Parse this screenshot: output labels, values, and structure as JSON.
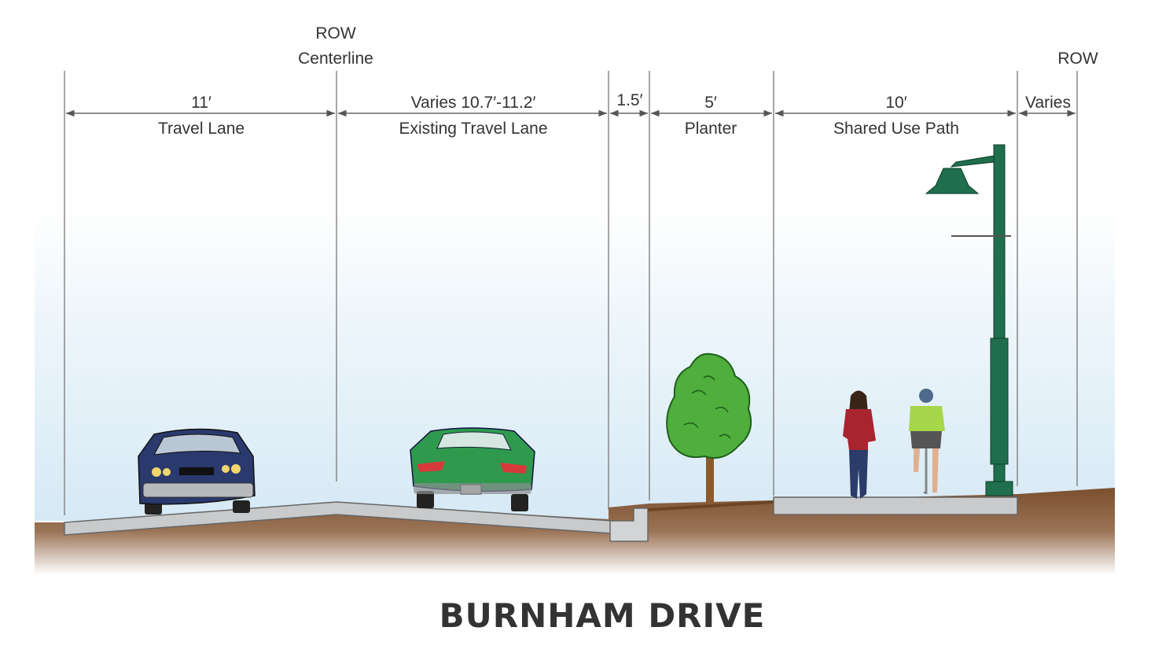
{
  "title": "BURNHAM DRIVE",
  "row_centerline": {
    "line1": "ROW",
    "line2": "Centerline"
  },
  "row_right": "ROW",
  "segments": [
    {
      "dimension": "11′",
      "label": "Travel Lane"
    },
    {
      "dimension": "Varies 10.7′-11.2′",
      "label": "Existing Travel Lane"
    },
    {
      "dimension": "1.5′",
      "label": ""
    },
    {
      "dimension": "5′",
      "label": "Planter"
    },
    {
      "dimension": "10′",
      "label": "Shared Use Path"
    },
    {
      "dimension": "Varies",
      "label": ""
    }
  ],
  "colors": {
    "ground": "#7a4f2e",
    "pavement": "#c9cacb",
    "sky": "#dcecf6",
    "lamp": "#1f6e4d",
    "car_blue": "#2a3a6e",
    "car_green": "#2f9a4e",
    "tree": "#4fae3c"
  }
}
